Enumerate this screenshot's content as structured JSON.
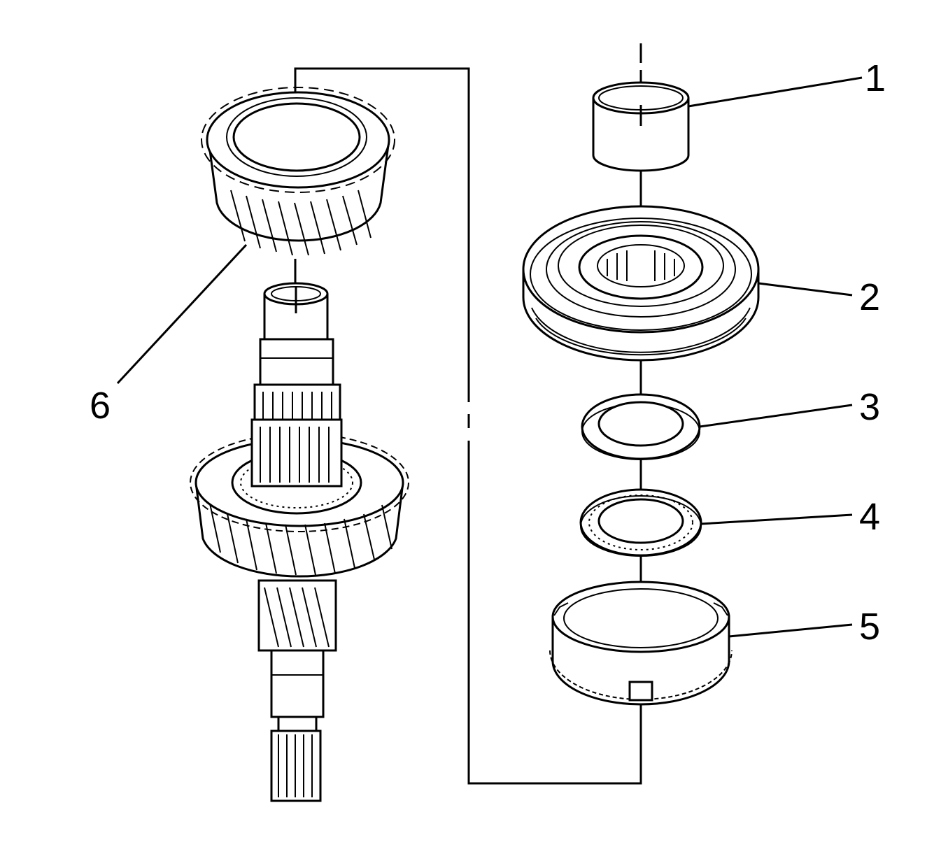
{
  "diagram": {
    "callouts": [
      {
        "id": "1",
        "label": "1",
        "part": "bushing"
      },
      {
        "id": "2",
        "label": "2",
        "part": "synchronizer-assembly"
      },
      {
        "id": "3",
        "label": "3",
        "part": "thrust-washer"
      },
      {
        "id": "4",
        "label": "4",
        "part": "needle-thrust-bearing"
      },
      {
        "id": "5",
        "label": "5",
        "part": "blocker-ring"
      },
      {
        "id": "6",
        "label": "6",
        "part": "gear"
      }
    ],
    "colors": {
      "line": "#000000",
      "background": "#ffffff"
    }
  }
}
